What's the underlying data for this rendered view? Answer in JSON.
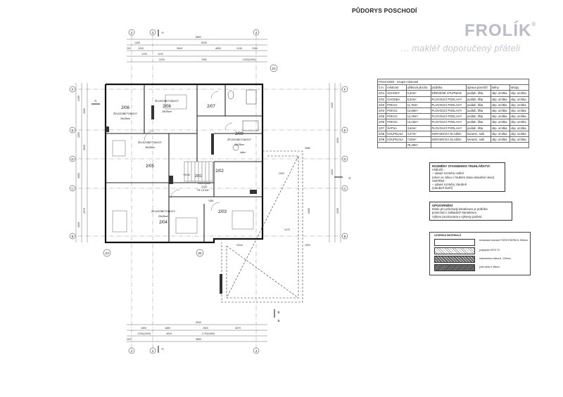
{
  "sheet": {
    "title": "PŮDORYS POSCHODÍ",
    "logo": "FROLÍK",
    "logo_mark": "®",
    "slogan": "... makléř doporučený přáteli"
  },
  "rooms_table": {
    "caption": "POSCHODÍ - soupis místností",
    "headers": [
      "č.m.",
      "místnost",
      "užitková plocha",
      "podlaha",
      "úprava povrchů",
      "stěny",
      "stropy"
    ],
    "rows": [
      [
        "2/01",
        "SCHODY",
        "5,40m²",
        "DŘEVĚNÉ STUPNICE",
        "podlah. lišta",
        "vbp. omítka",
        "vbp. omítka"
      ],
      [
        "2/02",
        "CHODBA",
        "6,20m²",
        "PLOVOUCÍ PODLAHY",
        "podlah. lišta",
        "vbp. omítka",
        "vbp. omítka"
      ],
      [
        "2/03",
        "POKOJ",
        "11,76m²",
        "PLOVOUCÍ PODLAHY",
        "podlah. lišta",
        "vbp. omítka",
        "vbp. omítka"
      ],
      [
        "2/04",
        "POKOJ",
        "13,80m²",
        "PLOVOUCÍ PODLAHY",
        "podlah. lišta",
        "vbp. omítka",
        "vbp. omítka"
      ],
      [
        "2/05",
        "POKOJ",
        "12,25m²",
        "PLOVOUCÍ PODLAHY",
        "podlah. lišta",
        "vbp. omítka",
        "vbp. omítka"
      ],
      [
        "2/06",
        "POKOJ",
        "13,18m²",
        "PLOVOUCÍ PODLAHY",
        "podlah. lišta",
        "vbp. omítka",
        "vbp. omítka"
      ],
      [
        "2/07",
        "ŠATNA",
        "3,64m²",
        "PLOVOUCÍ PODLAHY",
        "podlah. lišta",
        "vbp. omítka",
        "vbp. omítka"
      ],
      [
        "2/08",
        "KOUPELNA",
        "4,47m²",
        "KERAMICKÁ DLAŽBA",
        "keramic. sokl",
        "vbp. omítka",
        "vbp. omítka"
      ],
      [
        "2/09",
        "KOUPELNA",
        "7,58m²",
        "KERAMICKÁ DLAŽBA",
        "keramic. sokl",
        "vbp. omítka",
        "vbp. omítka"
      ]
    ],
    "total": "78,28m²"
  },
  "notes": {
    "truhlarstvi": [
      "ROZMĚRY STAVEBNÍHO TRUHLÁŘSTVÍ:",
      "VNĚJŠÍ -",
      "– udané rozměry ostění",
      "(otvor ve zdivu v hrubém stavu-stavební otvor)",
      "VNITŘNÍ -",
      "– udané rozměry zárubně",
      "(zárubeň dveří)"
    ],
    "upozorneni": [
      "UPOZORNĚNÍ:",
      "Místo pro průchody kanalizace je potřeba",
      "ponechat v základech kanalizace.",
      "Výkres prozkoumat s výkresy profesí."
    ]
  },
  "legend": {
    "title": "LEGENDA MATERIÁLŮ",
    "items": [
      "keramické tvárnice POROTHERM tl. 250mm",
      "polystyren EPS 70",
      "železobeton stěna tl. 120mm",
      "plné cihla tl. 65mm"
    ]
  },
  "plan": {
    "axes_top": [
      "2",
      "3",
      "4"
    ],
    "axes_left": [
      "B",
      "C",
      "D",
      "E",
      "F"
    ],
    "axes_bottom": [
      "2",
      "3",
      "4"
    ],
    "axis_labels": [
      "Z4",
      "Z3",
      "Z5",
      "A",
      "A",
      "B",
      "B",
      "C",
      "C"
    ],
    "dims_top": [
      "8850",
      "8200",
      "1450",
      "1200",
      "3840",
      "4890",
      "1240",
      "2180",
      "200",
      "1200",
      "1100",
      "2200",
      "7550",
      "1200(1000)"
    ],
    "dims_bottom": [
      "9000",
      "1800",
      "1860",
      "2520",
      "3070",
      "1200(1000)",
      "4610",
      "1700(1500)",
      "9850",
      "200"
    ],
    "dims_side": [
      "2450",
      "3900",
      "1000",
      "3630",
      "3950",
      "2670",
      "1600",
      "1300",
      "4630",
      "2020",
      "2330",
      "3580",
      "6080",
      "2900",
      "2470",
      "1000"
    ],
    "rooms": [
      {
        "id": "2/08",
        "label": "ŽELEZOBETONOVÝ",
        "sub": "25x25cm"
      },
      {
        "id": "2/07",
        "label": "",
        "sub": ""
      },
      {
        "id": "2/09",
        "label": "ŽELEZOBETONOVÝ",
        "sub": "25x25cm"
      },
      {
        "id": "2/05",
        "label": "ŽELEZOBETONOVÝ",
        "sub": "25x25cm"
      },
      {
        "id": "2/06",
        "label": "ŽELEZOBETONOVÝ",
        "sub": "25x25cm"
      },
      {
        "id": "2/02",
        "label": "",
        "sub": ""
      },
      {
        "id": "2/04",
        "label": "ŽELEZOBETONOVÝ",
        "sub": "25x25cm"
      },
      {
        "id": "2/03",
        "label": "",
        "sub": ""
      },
      {
        "id": "2/01",
        "label": "",
        "sub": ""
      }
    ],
    "misc_labels": [
      "+3130",
      "+3110",
      "výlez",
      "čistá výška",
      "2120",
      "TR 1,5 kW",
      "SDK"
    ]
  }
}
